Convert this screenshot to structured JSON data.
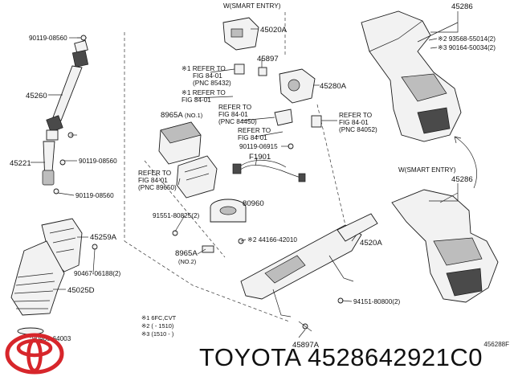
{
  "labels": {
    "w_smart_entry_top": "W(SMART ENTRY)",
    "w_smart_entry_right": "W(SMART ENTRY)",
    "p90119_08560_top": "90119-08560",
    "p45260": "45260",
    "p90119_08560_a": "90119-08560",
    "p45221": "45221",
    "p90119_08560_b": "90119-08560",
    "p45259A": "45259A",
    "p90467": "90467-06188(2)",
    "p45025D": "45025D",
    "p90460": "90460-64003",
    "p45020A": "45020A",
    "p45897": "45897",
    "p45280A": "45280A",
    "refer1_a": "※1 REFER TO",
    "refer1_b": "FIG 84-01",
    "refer1_c": "(PNC 85432)",
    "refer2_a": "※1 REFER TO",
    "refer2_b": "FIG 84-01",
    "p8965A_no1": "8965A",
    "p8965A_no1_sub": "(NO.1)",
    "refer3_a": "REFER TO",
    "refer3_b": "FIG 84-01",
    "refer3_c": "(PNC 84450)",
    "refer4_a": "REFER TO",
    "refer4_b": "FIG 84-01",
    "refer5_a": "REFER TO",
    "refer5_b": "FIG 84-01",
    "refer5_c": "(PNC 84052)",
    "p90119_06915": "90119-06915",
    "pF1901": "F1901",
    "refer6_a": "REFER TO",
    "refer6_b": "FIG 84-01",
    "refer6_c": "(PNC 89650)",
    "p80960": "80960",
    "p91551": "91551-80825(2)",
    "p44166": "※2 44166-42010",
    "p4520A": "4520A",
    "p8965A_no2": "8965A",
    "p8965A_no2_sub": "(NO.2)",
    "p94151": "94151-80800(2)",
    "p45897A": "45897A",
    "p45286_top": "45286",
    "p93568": "※2 93568-55014(2)",
    "p90164": "※3 90164-50034(2)",
    "p45286_right": "45286",
    "note1": "※1 6FC,CVT",
    "note2": "※2 (      - 1510)",
    "note3": "※3 (1510 -      )",
    "diagram_code": "456288F"
  },
  "brand": {
    "text": "TOYOTA 4528642921C0",
    "logo_color": "#d7262b"
  },
  "colors": {
    "line": "#222222",
    "part_fill": "#f2f2f2",
    "dark_fill": "#4a4a4a"
  }
}
